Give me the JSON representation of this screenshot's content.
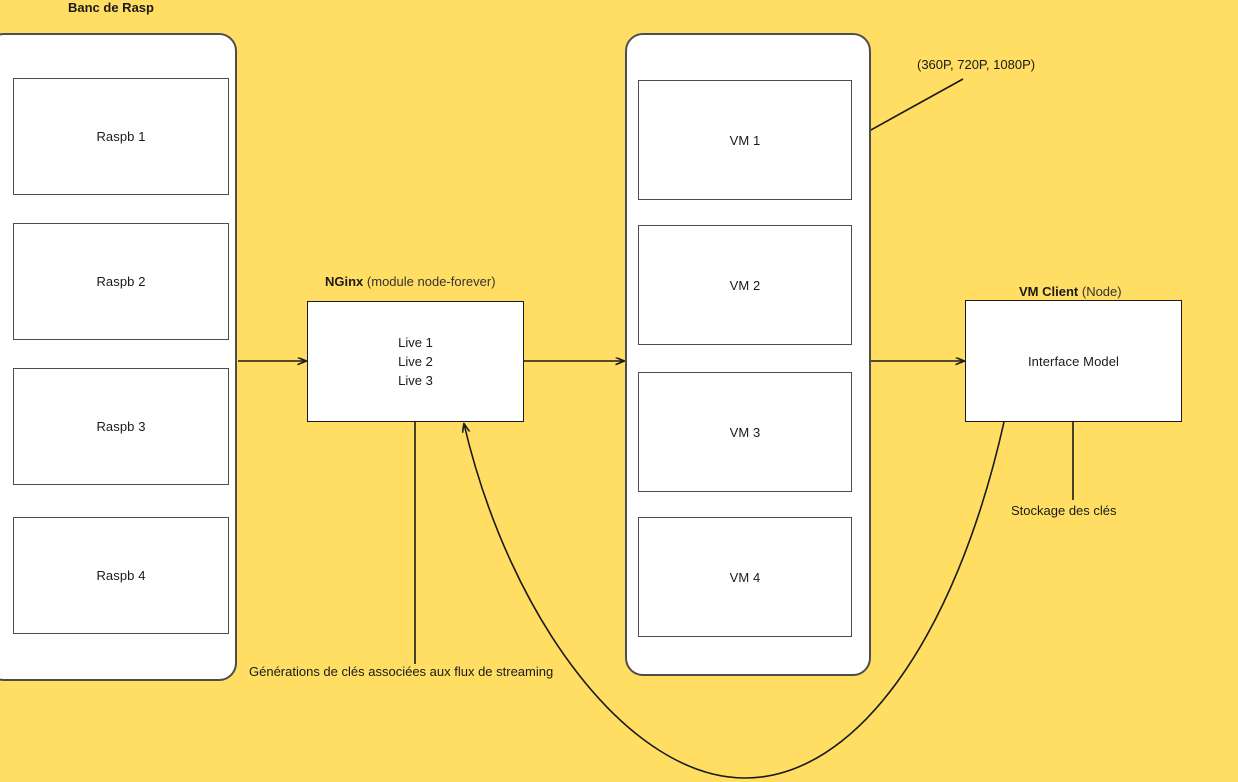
{
  "diagram": {
    "background_color": "#FFDE63",
    "stroke_color": "#1A1A1A",
    "box_fill": "#FFFFFF",
    "title": "Banc de Rasp"
  },
  "rasp_group": {
    "title": "Banc de Rasp",
    "nodes": [
      {
        "label": "Raspb 1"
      },
      {
        "label": "Raspb 2"
      },
      {
        "label": "Raspb 3"
      },
      {
        "label": "Raspb 4"
      }
    ]
  },
  "nginx": {
    "caption_strong": "NGinx",
    "caption_light": "(module node-forever)",
    "streams": [
      "Live 1",
      "Live 2",
      "Live 3"
    ]
  },
  "vm_group": {
    "nodes": [
      {
        "label": "VM 1"
      },
      {
        "label": "VM 2"
      },
      {
        "label": "VM 3"
      },
      {
        "label": "VM 4"
      }
    ]
  },
  "vm_client": {
    "caption_strong": "VM Client",
    "caption_light": "(Node)",
    "box_label": "Interface Model"
  },
  "annotations": {
    "resolutions": "(360P, 720P, 1080P)",
    "key_generation": "Générations de clés associées aux flux de streaming",
    "key_storage": "Stockage des clés"
  }
}
